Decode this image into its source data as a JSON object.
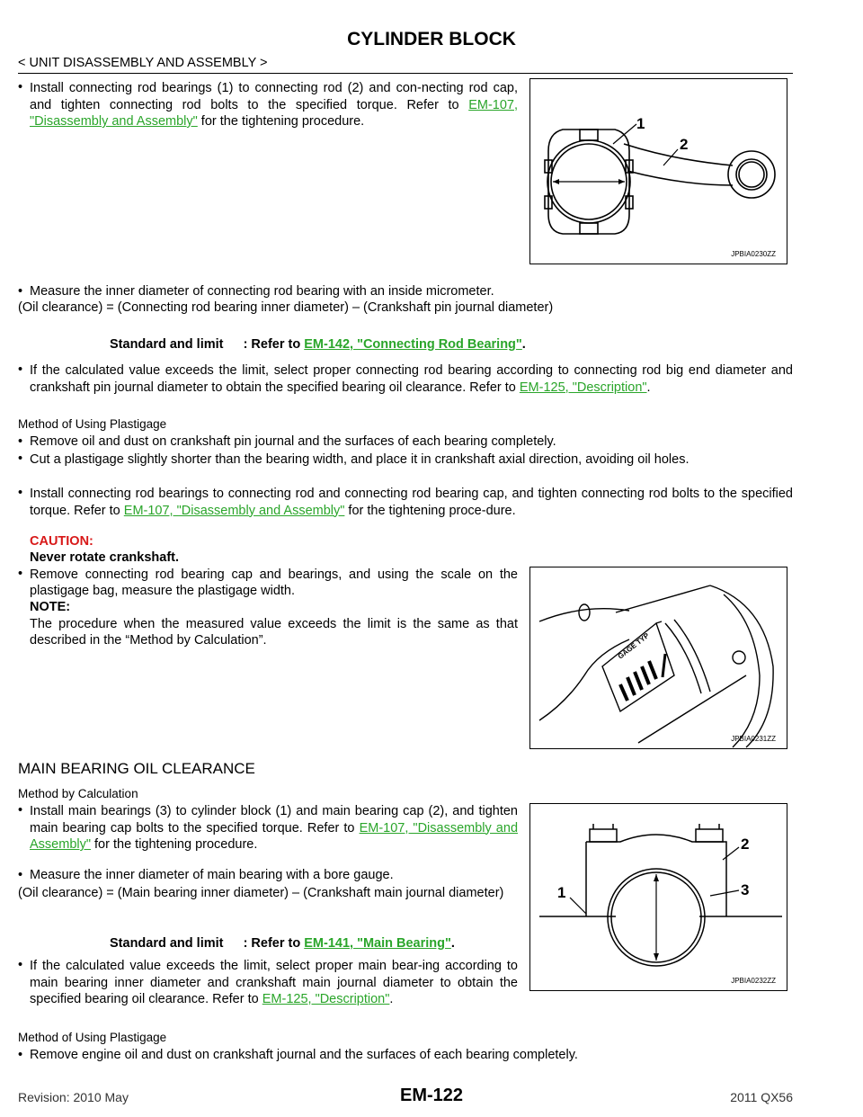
{
  "header": {
    "title": "CYLINDER BLOCK",
    "subtitle": "< UNIT DISASSEMBLY AND ASSEMBLY >"
  },
  "sec1": {
    "b1_pre": "Install connecting rod bearings (1) to connecting rod (2) and con-necting rod cap, and tighten connecting rod bolts to the specified torque. Refer to ",
    "b1_link": "EM-107, \"Disassembly and Assembly\"",
    "b1_post": " for the tightening procedure.",
    "b2": "Measure the inner diameter of connecting rod bearing with an inside micrometer.",
    "formula": "(Oil clearance) = (Connecting rod bearing inner diameter) – (Crankshaft pin journal diameter)",
    "std_label": "Standard and limit",
    "std_pre": ": Refer to ",
    "std_link": "EM-142, \"Connecting Rod Bearing\"",
    "std_post": ".",
    "b3_pre": "If the calculated value exceeds the limit, select proper connecting rod bearing according to connecting rod big end diameter and crankshaft pin journal diameter to obtain the specified bearing oil clearance. Refer to ",
    "b3_link": "EM-125, \"Description\"",
    "b3_post": "."
  },
  "sec2": {
    "heading": "Method of Using Plastigage",
    "b1": "Remove oil and dust on crankshaft pin journal and the surfaces of each bearing completely.",
    "b2": "Cut a plastigage slightly shorter than the bearing width, and place it in crankshaft axial direction, avoiding oil holes.",
    "b3_pre": "Install connecting rod bearings to connecting rod and connecting rod bearing cap, and tighten connecting rod bolts to the specified torque. Refer to ",
    "b3_link": "EM-107, \"Disassembly and Assembly\"",
    "b3_post": " for the tightening proce-dure.",
    "caution_label": "CAUTION:",
    "caution_text": "Never rotate crankshaft.",
    "b4": "Remove connecting rod bearing cap and bearings, and using the scale on the plastigage bag, measure the plastigage width.",
    "note_label": "NOTE:",
    "note_text": "The procedure when the measured value exceeds the limit is the same as that described in the “Method by Calculation”."
  },
  "sec3": {
    "heading": "MAIN BEARING OIL CLEARANCE",
    "sub": "Method by Calculation",
    "b1_pre": "Install main bearings (3) to cylinder block (1) and main bearing cap (2), and tighten main bearing cap bolts to the specified torque. Refer to ",
    "b1_link": "EM-107, \"Disassembly and Assembly\"",
    "b1_post": " for the tightening procedure.",
    "b2": "Measure the inner diameter of main bearing with a bore gauge.",
    "formula": "(Oil clearance) = (Main bearing inner diameter) – (Crankshaft main journal diameter)",
    "std_label": "Standard and limit",
    "std_pre": ": Refer to ",
    "std_link": "EM-141, \"Main Bearing\"",
    "std_post": ".",
    "b3_pre": "If the calculated value exceeds the limit, select proper main bear-ing according to main bearing inner diameter and crankshaft main journal diameter to obtain the specified bearing oil clearance. Refer to ",
    "b3_link": "EM-125, \"Description\"",
    "b3_post": "."
  },
  "sec4": {
    "heading": "Method of Using Plastigage",
    "b1": "Remove engine oil and dust on crankshaft journal and the surfaces of each bearing completely."
  },
  "figures": {
    "fig1": {
      "code": "JPBIA0230ZZ",
      "callout1": "1",
      "callout2": "2"
    },
    "fig2": {
      "code": "JPBIA0231ZZ",
      "gauge_text": "GAGE TYP"
    },
    "fig3": {
      "code": "JPBIA0232ZZ",
      "callout1": "1",
      "callout2": "2",
      "callout3": "3"
    }
  },
  "footer": {
    "page": "EM-122",
    "revision": "Revision: 2010 May",
    "model": "2011 QX56"
  }
}
